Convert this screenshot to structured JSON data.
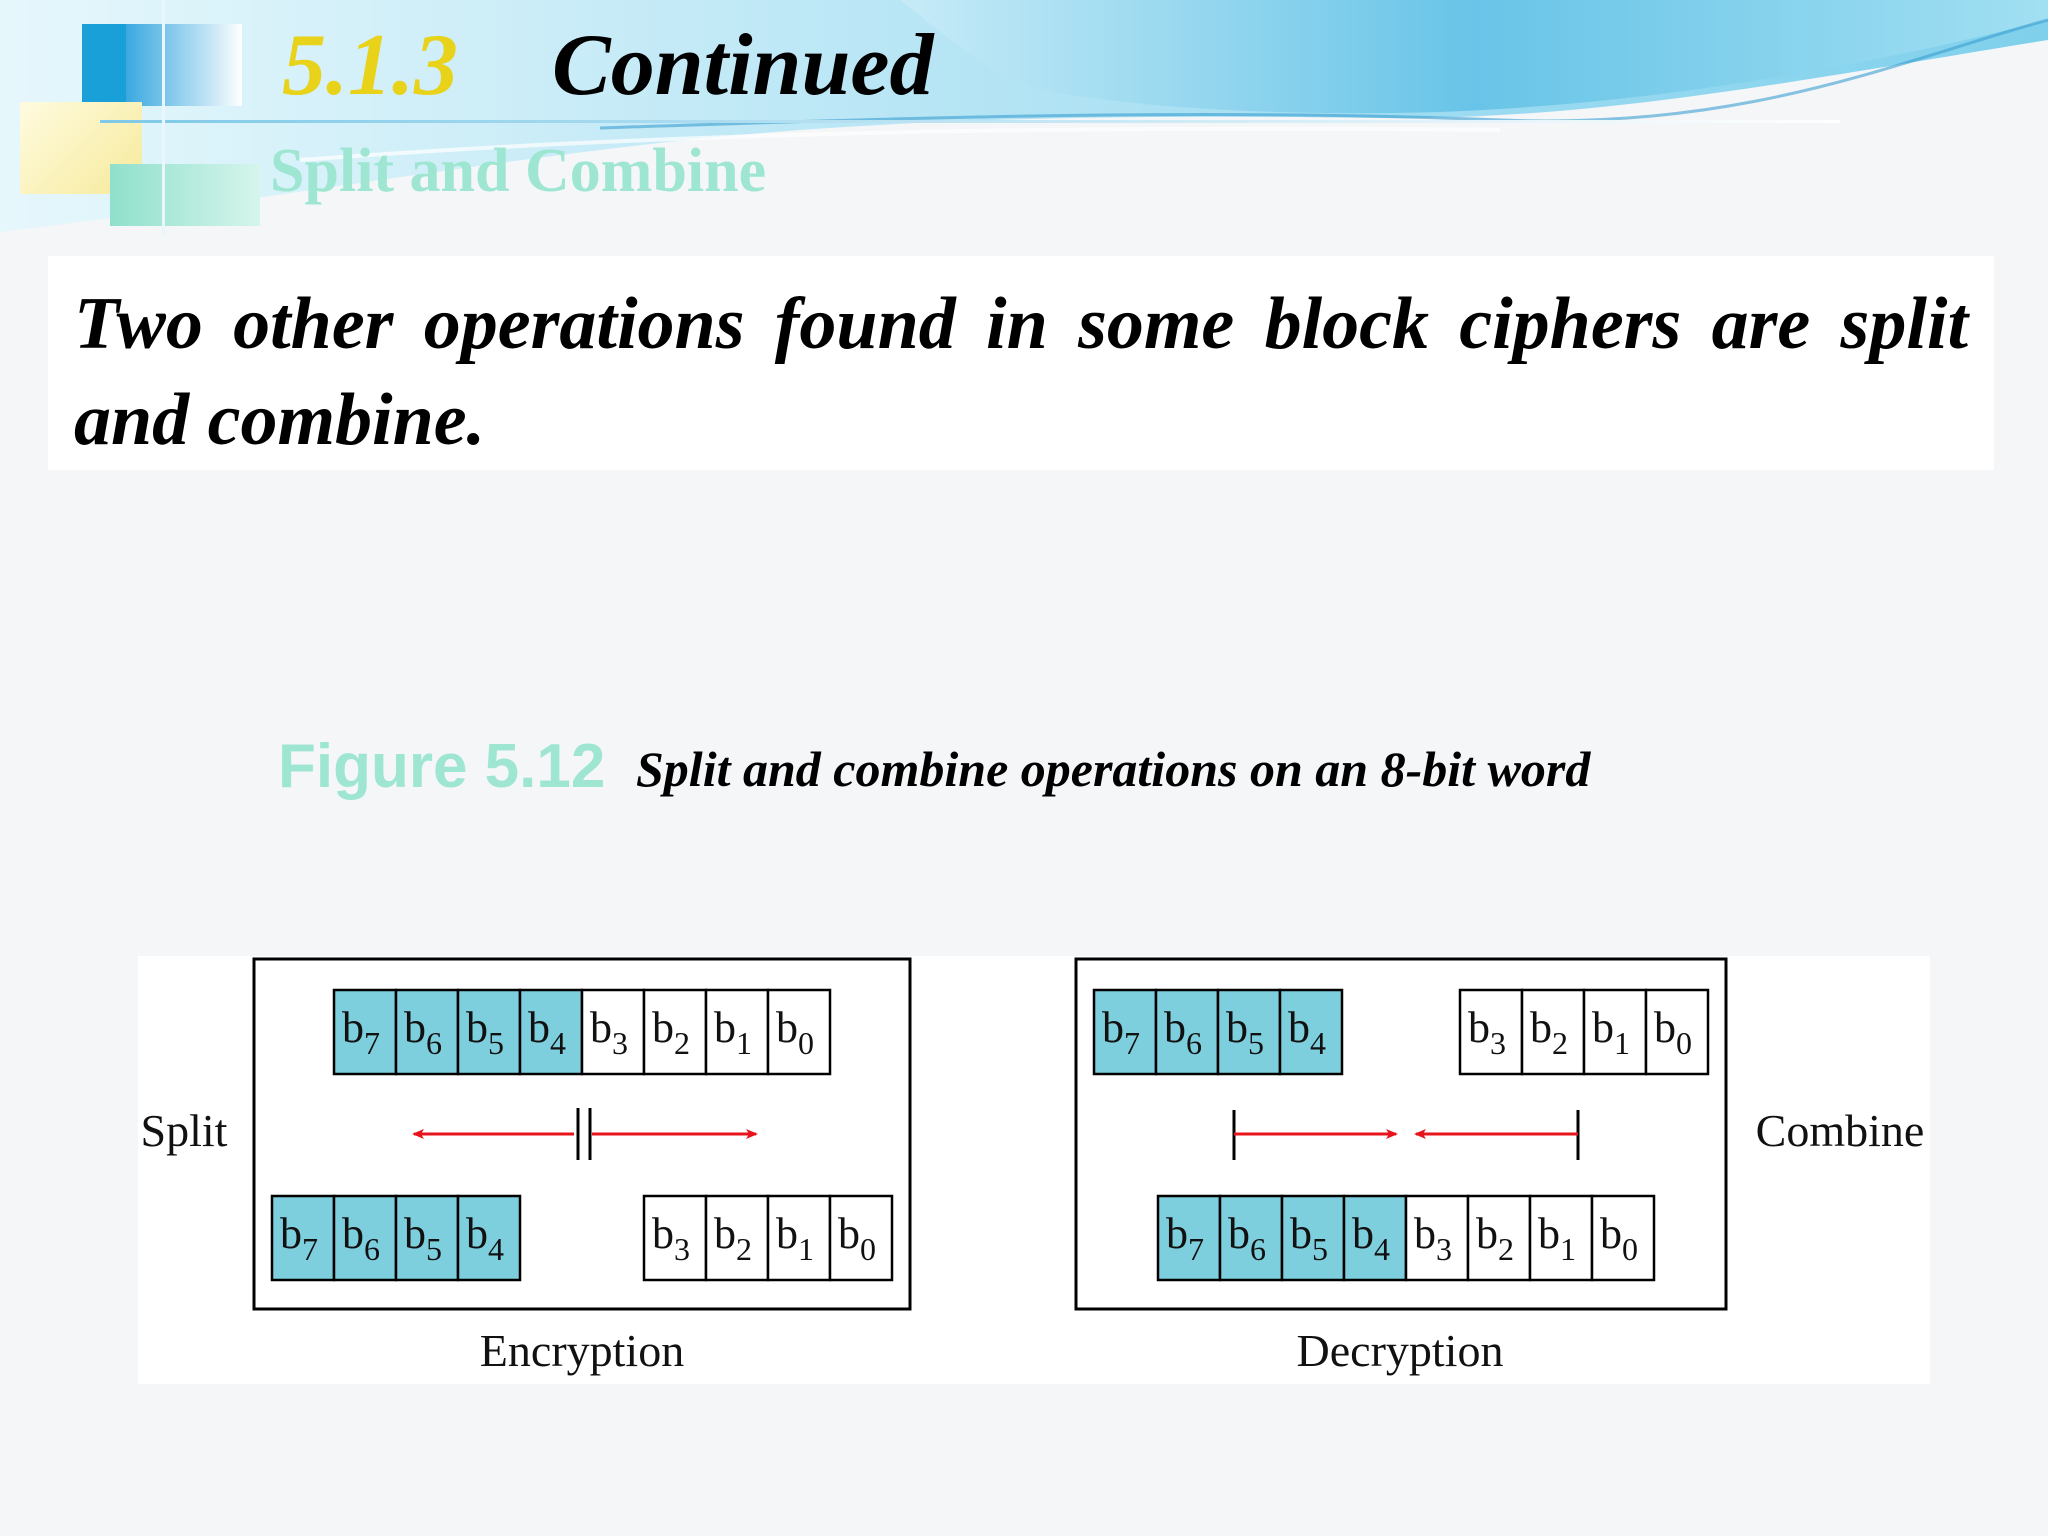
{
  "header": {
    "section_number": "5.1.3",
    "section_title": "Continued",
    "subtitle": "Split and Combine"
  },
  "body": {
    "text": "Two other operations found in some block ciphers are split and combine."
  },
  "figure": {
    "label": "Figure 5.12",
    "caption": "Split and combine operations on an 8-bit word",
    "split_label": "Split",
    "combine_label": "Combine",
    "encryption_label": "Encryption",
    "decryption_label": "Decryption",
    "bits": [
      "7",
      "6",
      "5",
      "4",
      "3",
      "2",
      "1",
      "0"
    ],
    "bit_prefix": "b",
    "colors": {
      "left_half": "#7ecfde",
      "right_half": "#ffffff",
      "arrow": "#e8141c",
      "accent_yellow": "#e8d21a",
      "accent_mint": "#9ee6d2"
    }
  }
}
